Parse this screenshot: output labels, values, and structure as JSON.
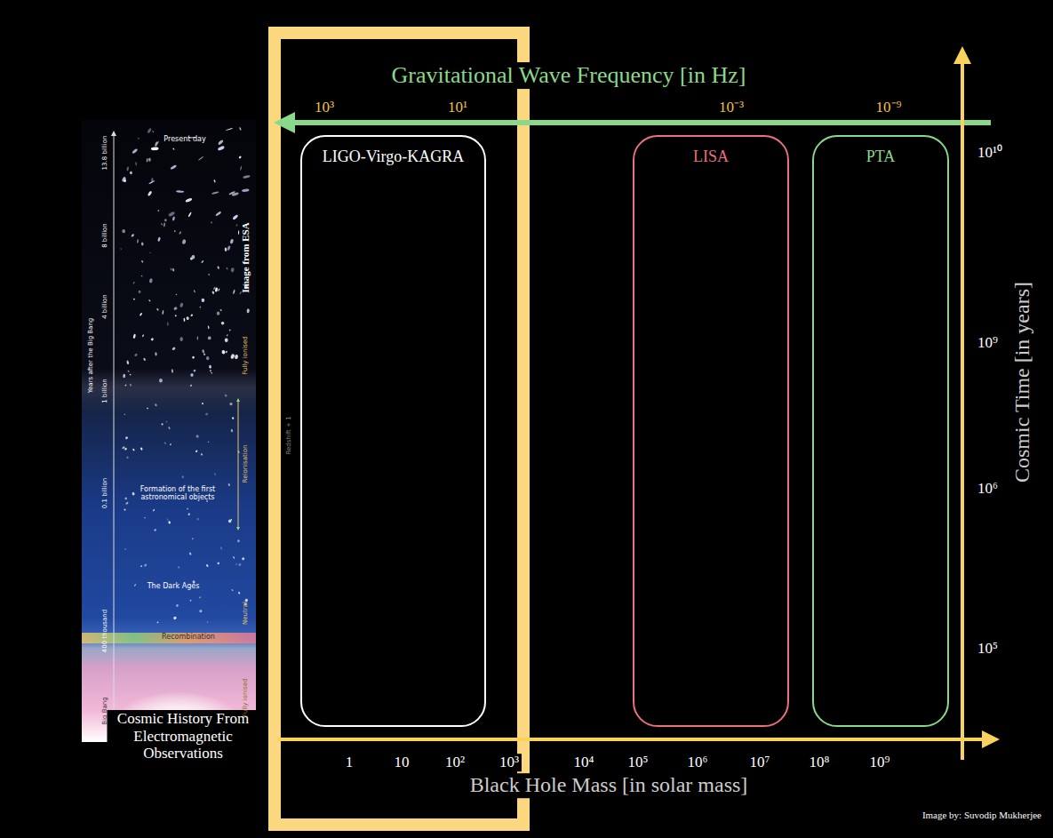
{
  "diagram": {
    "nodes": [
      {
        "text": [
          "LIGO-Virgo-KAGRA"
        ]
      },
      {
        "text": [
          "LISA"
        ]
      },
      {
        "text": [
          "PTA"
        ]
      }
    ],
    "labels": [
      "Gravitational Wave Frequency [in Hz]",
      "10³",
      "10¹",
      "10⁻³",
      "10⁻⁹",
      "10¹⁰",
      "10⁹",
      "10⁶",
      "10⁵",
      "Cosmic Time [in years]",
      "1",
      "10",
      "10²",
      "10³",
      "10⁴",
      "10⁵",
      "10⁶",
      "10⁷",
      "10⁸",
      "10⁹",
      "Black Hole Mass [in solar mass]",
      "Cosmic History From Electromagnetic Observations",
      "Image by: Suvodip Mukherjee",
      "Present day",
      "13.8 billion",
      "8 billion",
      "4 billion",
      "1 billion",
      "0.1 billion",
      "400 thousand",
      "Big Bang",
      "Years after the Big Bang",
      "Image from ESA",
      "Fully ionised",
      "Reionisation",
      "Formation of the first astronomical objects",
      "The Dark Ages",
      "Recombination",
      "Neutral",
      "Fully ionised",
      "Redshift + 1"
    ]
  }
}
